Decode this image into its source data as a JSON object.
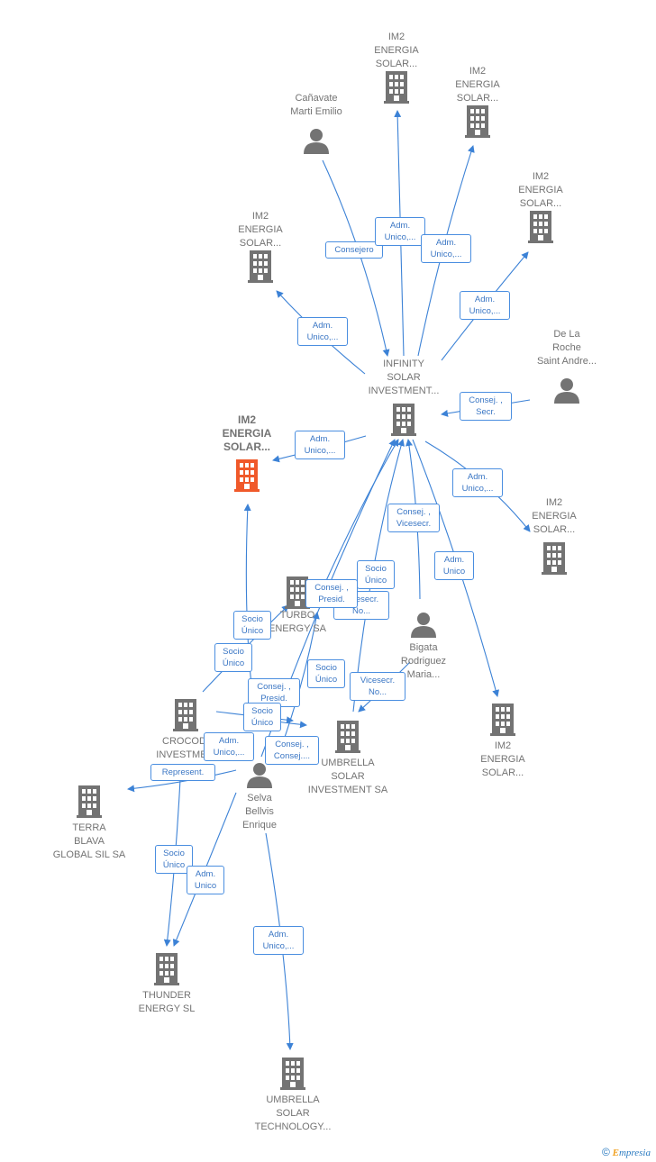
{
  "nodes": {
    "im2_top1": {
      "label": "IM2\nENERGIA\nSOLAR..."
    },
    "im2_top2": {
      "label": "IM2\nENERGIA\nSOLAR..."
    },
    "canavate": {
      "label": "Cañavate\nMarti Emilio"
    },
    "im2_right1": {
      "label": "IM2\nENERGIA\nSOLAR..."
    },
    "im2_left1": {
      "label": "IM2\nENERGIA\nSOLAR..."
    },
    "delaroche": {
      "label": "De La\nRoche\nSaint Andre..."
    },
    "infinity": {
      "label": "INFINITY\nSOLAR\nINVESTMENT..."
    },
    "im2_main": {
      "label": "IM2\nENERGIA\nSOLAR..."
    },
    "im2_right2": {
      "label": "IM2\nENERGIA\nSOLAR..."
    },
    "turbo": {
      "label": "TURBO\nENERGY SA"
    },
    "bigata": {
      "label": "Bigata\nRodriguez\nMaria..."
    },
    "im2_bottom": {
      "label": "IM2\nENERGIA\nSOLAR..."
    },
    "crocodile": {
      "label": "CROCODI\nINVESTME..."
    },
    "umbrella_inv": {
      "label": "UMBRELLA\nSOLAR\nINVESTMENT SA"
    },
    "selva": {
      "label": "Selva\nBellvis\nEnrique"
    },
    "terra": {
      "label": "TERRA\nBLAVA\nGLOBAL SIL SA"
    },
    "thunder": {
      "label": "THUNDER\nENERGY  SL"
    },
    "umbrella_tech": {
      "label": "UMBRELLA\nSOLAR\nTECHNOLOGY..."
    }
  },
  "edge_labels": {
    "consejero": "Consejero",
    "adm1": "Adm.\nUnico,...",
    "adm2": "Adm.\nUnico,...",
    "adm3": "Adm.\nUnico,...",
    "adm4": "Adm.\nUnico,...",
    "consej_secr": "Consej. ,\nSecr.",
    "adm5": "Adm.\nUnico,...",
    "adm6": "Adm.\nUnico,...",
    "consej_vicesecr": "Consej. ,\nVicesecr.",
    "adm_unico1": "Adm.\nUnico",
    "socio_unico1": "Socio\nÚnico",
    "consej_presid1": "Consej. ,\nPresid.",
    "vicesecr_no1": "Vicesecr.\nNo...",
    "socio_unico2": "Socio\nÚnico",
    "socio_unico3": "Socio\nÚnico",
    "socio_unico4": "Socio\nÚnico",
    "vicesecr_no2": "Vicesecr.\nNo...",
    "consej_presid2": "Consej. ,\nPresid.",
    "socio_unico5": "Socio\nÚnico",
    "adm7": "Adm.\nUnico,...",
    "consej_consej": "Consej. ,\nConsej....",
    "represent": "Represent.",
    "socio_unico6": "Socio\nÚnico",
    "adm_unico2": "Adm.\nUnico",
    "adm8": "Adm.\nUnico,..."
  },
  "colors": {
    "edge": "#3c82d6",
    "node_gray": "#737373",
    "highlight": "#f0592a"
  },
  "brand": {
    "copyright": "©",
    "name": "mpresia",
    "initial": "E"
  }
}
